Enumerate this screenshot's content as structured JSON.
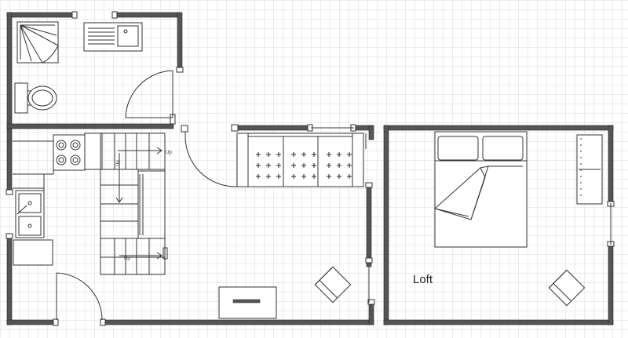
{
  "plan": {
    "rooms": [
      {
        "id": "loft",
        "label": "Loft"
      }
    ],
    "stair_labels": {
      "up_top": "Up",
      "up_side": "Up",
      "up_bottom": "Up"
    }
  },
  "colors": {
    "grid_line": "#d9d9d9",
    "wall": "#555555",
    "wall_edge": "#222222",
    "fixture_line": "#333333",
    "background": "#ffffff"
  }
}
